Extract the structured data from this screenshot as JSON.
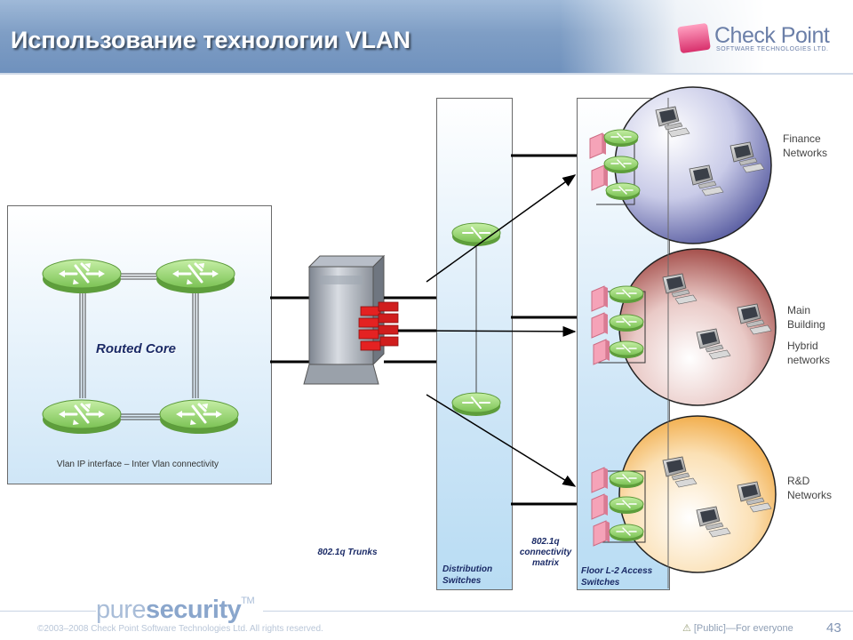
{
  "header": {
    "title": "Использование технологии VLAN",
    "logo_name": "Check Point",
    "logo_sub": "SOFTWARE TECHNOLOGIES LTD."
  },
  "core": {
    "label": "Routed Core",
    "caption": "Vlan IP interface – Inter Vlan connectivity"
  },
  "labels": {
    "trunks": "802.1q Trunks",
    "matrix": "802.1q connectivity matrix",
    "distribution": "Distribution Switches",
    "floor": "Floor L-2 Access Switches"
  },
  "networks": {
    "finance": "Finance Networks",
    "main": "Main Building",
    "hybrid": "Hybrid networks",
    "rd": "R&D Networks"
  },
  "footer": {
    "brand_light": "pure",
    "brand_bold": "security",
    "tm": "TM",
    "copyright": "©2003–2008 Check Point Software Technologies Ltd. All rights reserved.",
    "public": "[Public]—For everyone",
    "page": "43"
  },
  "icons": {
    "router": "router-icon",
    "firewall": "firewall-icon",
    "computer": "computer-icon",
    "warning": "warning-icon"
  },
  "colors": {
    "router_green": "#8ccf6a",
    "finance_zone": "#7a7fb8",
    "main_zone": "#a8524f",
    "rd_zone": "#f0a030",
    "label_navy": "#1a2a66"
  }
}
